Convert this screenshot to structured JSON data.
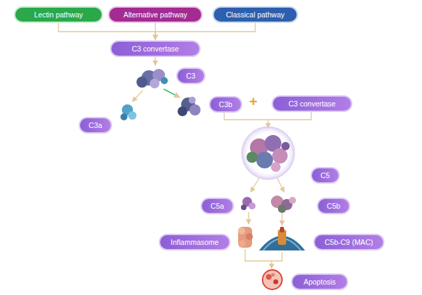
{
  "diagram": {
    "nodes": [
      {
        "text": [
          "Lectin pathway"
        ]
      },
      {
        "text": [
          "Alternative pathway"
        ]
      },
      {
        "text": [
          "Classical pathway"
        ]
      },
      {
        "text": [
          "C3 convertase"
        ]
      },
      {
        "text": [
          "C3"
        ]
      },
      {
        "text": [
          "C3a"
        ]
      },
      {
        "text": [
          "C3b"
        ]
      },
      {
        "text": [
          "C3 convertase"
        ]
      },
      {
        "text": [
          "C5"
        ]
      },
      {
        "text": [
          "C5a"
        ]
      },
      {
        "text": [
          "C5b"
        ]
      },
      {
        "text": [
          "Inflammasome"
        ]
      },
      {
        "text": [
          "C5b-C9 (MAC)"
        ]
      },
      {
        "text": [
          "Apoptosis"
        ]
      }
    ],
    "edges": [
      {
        "from": 0,
        "to": 3,
        "arrow": "to"
      },
      {
        "from": 1,
        "to": 3,
        "arrow": "to"
      },
      {
        "from": 2,
        "to": 3,
        "arrow": "to"
      }
    ],
    "labels": [
      "+"
    ]
  }
}
